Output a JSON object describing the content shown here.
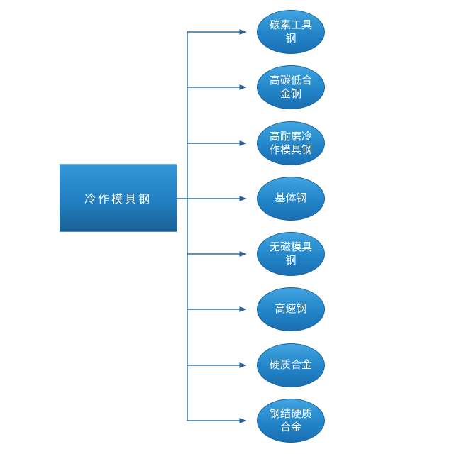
{
  "diagram": {
    "title": "cold-work-die-steel-classification",
    "root": {
      "label": "冷作模具钢"
    },
    "children": [
      {
        "label": "碳素工具钢"
      },
      {
        "label": "高碳低合金钢"
      },
      {
        "label": "高耐磨冷作模具钢"
      },
      {
        "label": "基体钢"
      },
      {
        "label": "无磁模具钢"
      },
      {
        "label": "高速钢"
      },
      {
        "label": "硬质合金"
      },
      {
        "label": "钢结硬质合金"
      }
    ],
    "colors": {
      "background": "#ffffff",
      "root_fill_top": "#3697d8",
      "root_fill_bottom": "#175d90",
      "leaf_fill_top": "#43a5e0",
      "leaf_fill_bottom": "#1b6fb2",
      "leaf_border": "#1665a0",
      "connector": "#2e6da4",
      "arrowhead": "#2a6496",
      "text": "#ffffff"
    }
  }
}
